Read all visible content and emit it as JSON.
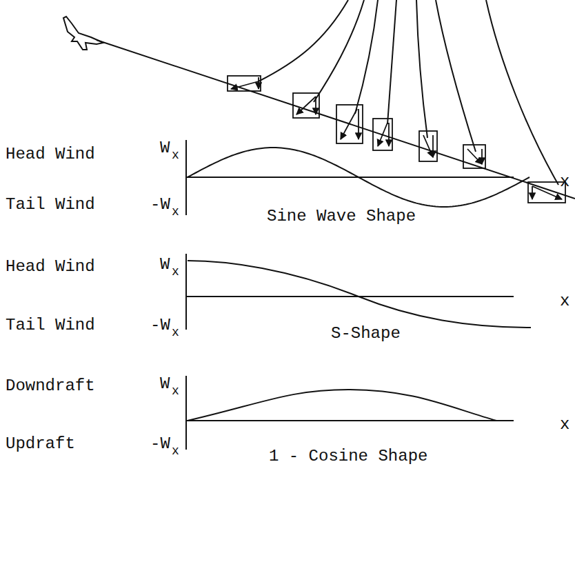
{
  "diagram": {
    "labels": [
      "Head Wind",
      "W",
      "x",
      "x",
      "Tail Wind",
      "-W",
      "x",
      "Sine Wave Shape",
      "Head Wind",
      "W",
      "x",
      "x",
      "Tail Wind",
      "-W",
      "x",
      "S-Shape",
      "Downdraft",
      "W",
      "x",
      "x",
      "Updraft",
      "-W",
      "x",
      "1 - Cosine Shape"
    ]
  }
}
